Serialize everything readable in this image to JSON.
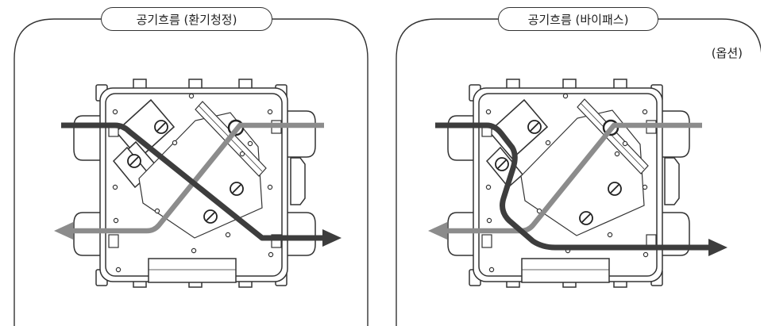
{
  "panels": [
    {
      "title": "공기흐름 (환기청정)",
      "flow_mode": "heat-exchange"
    },
    {
      "title": "공기흐름 (바이패스)",
      "note": "(옵션)",
      "flow_mode": "bypass"
    }
  ],
  "colors": {
    "outline": "#333333",
    "exhaust_flow": "#3d3d3d",
    "supply_flow": "#8c8c8c",
    "background": "#ffffff"
  },
  "icons": [
    "knob-icon",
    "flow-arrow-icon",
    "port-label-icon"
  ]
}
